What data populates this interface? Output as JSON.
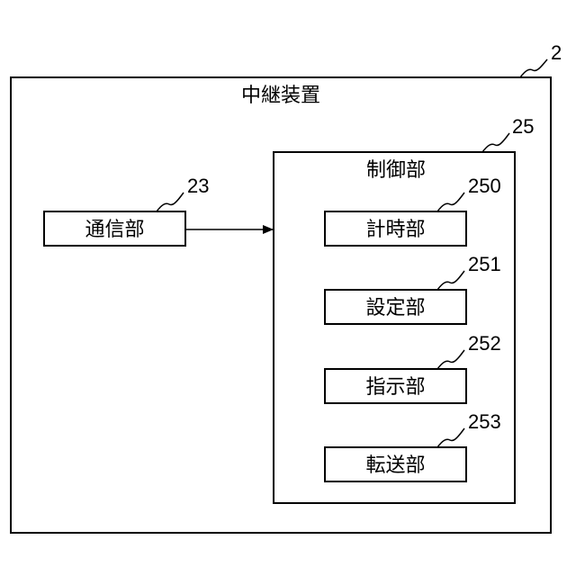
{
  "device": {
    "ref": "2",
    "title": "中継装置"
  },
  "comm": {
    "ref": "23",
    "label": "通信部"
  },
  "control": {
    "ref": "25",
    "title": "制御部",
    "units": [
      {
        "ref": "250",
        "label": "計時部"
      },
      {
        "ref": "251",
        "label": "設定部"
      },
      {
        "ref": "252",
        "label": "指示部"
      },
      {
        "ref": "253",
        "label": "転送部"
      }
    ]
  }
}
